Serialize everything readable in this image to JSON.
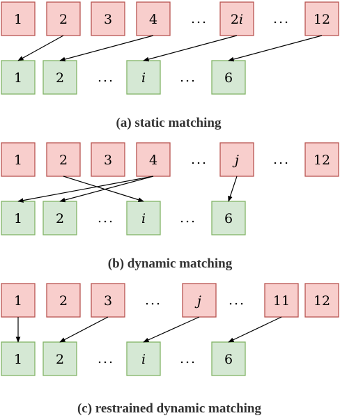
{
  "panels": [
    {
      "caption": "(a) static matching",
      "top": [
        {
          "label": "1"
        },
        {
          "label": "2"
        },
        {
          "label": "3"
        },
        {
          "label": "4"
        },
        {
          "dots": "..."
        },
        {
          "label": "2i",
          "italic_part": "i"
        },
        {
          "dots": "..."
        },
        {
          "label": "12"
        }
      ],
      "bottom": [
        {
          "label": "1"
        },
        {
          "label": "2"
        },
        {
          "dots": "..."
        },
        {
          "label": "i",
          "italic": true
        },
        {
          "dots": "..."
        },
        {
          "label": "6"
        }
      ],
      "arrows": [
        [
          1,
          0
        ],
        [
          3,
          1
        ],
        [
          5,
          3
        ],
        [
          7,
          5
        ]
      ]
    },
    {
      "caption": "(b) dynamic matching",
      "top": [
        {
          "label": "1"
        },
        {
          "label": "2"
        },
        {
          "label": "3"
        },
        {
          "label": "4"
        },
        {
          "dots": "..."
        },
        {
          "label": "j",
          "italic": true
        },
        {
          "dots": "..."
        },
        {
          "label": "12"
        }
      ],
      "bottom": [
        {
          "label": "1"
        },
        {
          "label": "2"
        },
        {
          "dots": "..."
        },
        {
          "label": "i",
          "italic": true
        },
        {
          "dots": "..."
        },
        {
          "label": "6"
        }
      ],
      "arrows": [
        [
          3,
          0
        ],
        [
          3,
          1
        ],
        [
          1,
          3
        ],
        [
          5,
          5
        ]
      ]
    },
    {
      "caption": "(c) restrained dynamic matching",
      "top": [
        {
          "label": "1"
        },
        {
          "label": "2"
        },
        {
          "label": "3"
        },
        {
          "dots": "..."
        },
        {
          "label": "j",
          "italic": true
        },
        {
          "dots": "..."
        },
        {
          "label": "11"
        },
        {
          "label": "12"
        }
      ],
      "bottom": [
        {
          "label": "1"
        },
        {
          "label": "2"
        },
        {
          "dots": "..."
        },
        {
          "label": "i",
          "italic": true
        },
        {
          "dots": "..."
        },
        {
          "label": "6"
        }
      ],
      "arrows": [
        [
          0,
          0
        ],
        [
          2,
          1
        ],
        [
          4,
          3
        ],
        [
          6,
          5
        ]
      ]
    }
  ]
}
